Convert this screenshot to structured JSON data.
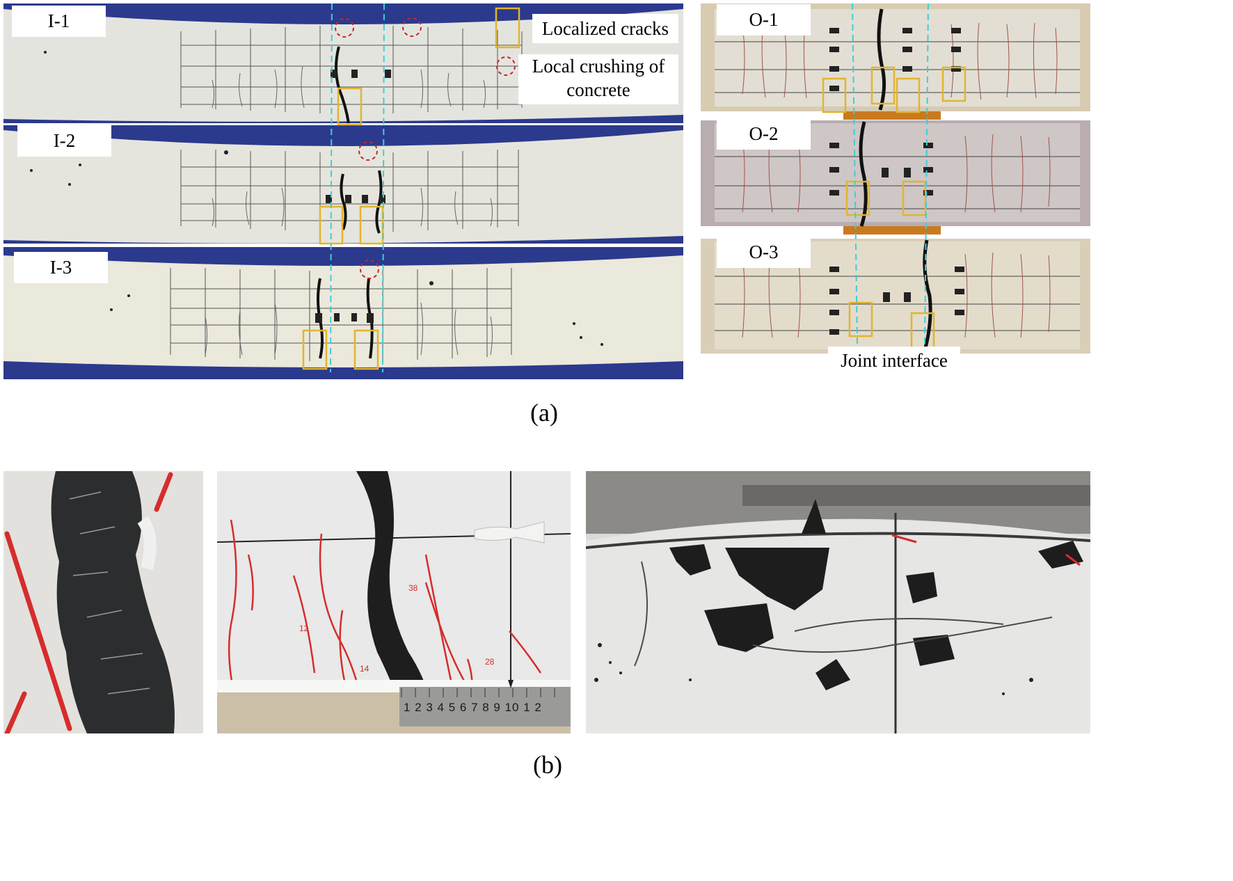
{
  "panel_a": {
    "caption": "(a)",
    "specimens_left": [
      {
        "label": "I-1"
      },
      {
        "label": "I-2"
      },
      {
        "label": "I-3"
      }
    ],
    "specimens_right": [
      {
        "label": "O-1"
      },
      {
        "label": "O-2"
      },
      {
        "label": "O-3"
      }
    ],
    "annotations": {
      "localized_cracks": "Localized cracks",
      "local_crushing_line1": "Local crushing of",
      "local_crushing_line2": "concrete",
      "joint_interface": "Joint interface"
    },
    "colors": {
      "frame_blue": "#2b3a8c",
      "concrete": "#e6e6e2",
      "grid_line": "#3a3a3a",
      "crack": "#111111",
      "red_marker": "#c0282c",
      "yellow_box": "#e0b530",
      "cyan_dashed": "#3ccfd8"
    }
  },
  "panel_b": {
    "caption": "(b)",
    "ruler_numbers": "1 2 3 4 5 6 7 8 9 10 1 2",
    "crack_marks": [
      "38",
      "12",
      "14",
      "28"
    ]
  }
}
